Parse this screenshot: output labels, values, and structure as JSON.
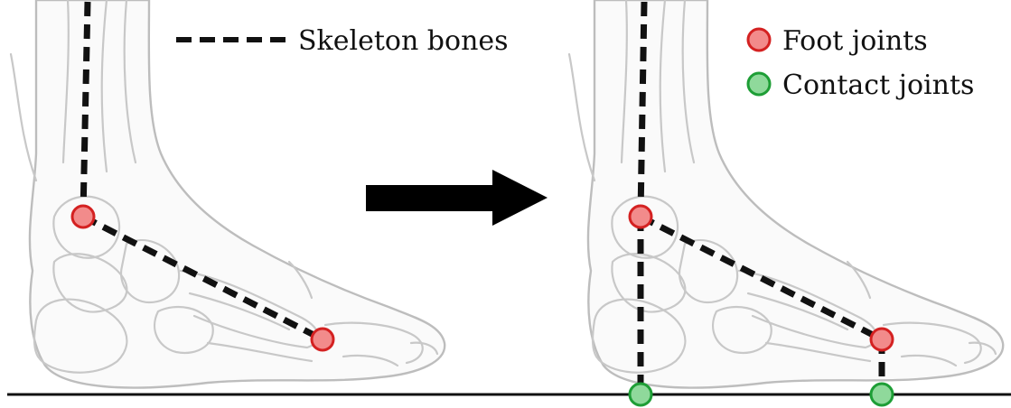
{
  "legend_left": {
    "bones_label": "Skeleton bones"
  },
  "legend_right": {
    "foot_label": "Foot joints",
    "contact_label": "Contact joints"
  },
  "colors": {
    "foot_joint_fill": "#f28b8b",
    "foot_joint_stroke": "#d42121",
    "contact_joint_fill": "#8fd99b",
    "contact_joint_stroke": "#1e9e36",
    "bone": "#111111",
    "ground": "#111111",
    "arrow": "#000000"
  }
}
